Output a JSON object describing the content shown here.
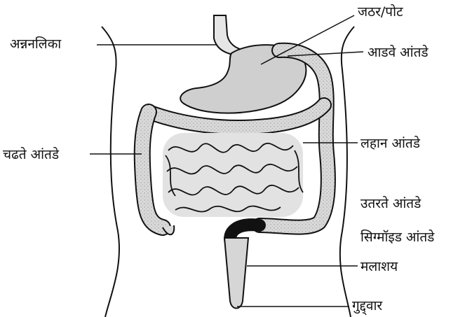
{
  "diagram": {
    "labels": {
      "esophagus": "अन्ननलिका",
      "stomach": "जठर/पोट",
      "transverse_colon": "आडवे आंतडे",
      "ascending_colon": "चढते आंतडे",
      "small_intestine": "लहान आंतडे",
      "descending_colon": "उतरते आंतडे",
      "sigmoid_colon": "सिग्मॉइड आंतडे",
      "rectum": "मलाशय",
      "anus": "गुद्द्वार"
    },
    "colors": {
      "ink": "#111111",
      "organ_fill": "#d9d9d9",
      "stomach_fill": "#cfcfcf",
      "background": "#ffffff"
    }
  }
}
